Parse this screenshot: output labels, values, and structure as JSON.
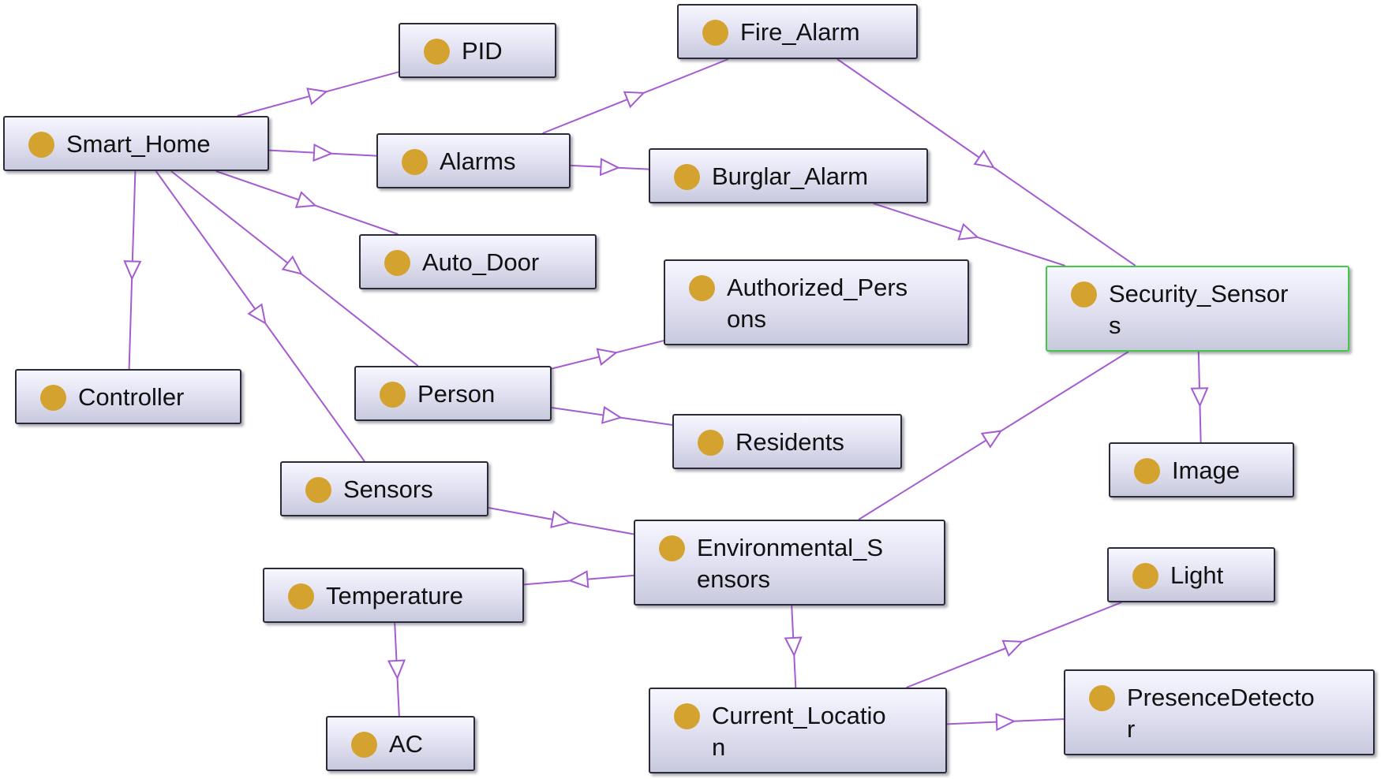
{
  "colors": {
    "edge": "#a55bd2",
    "dot": "#d4a22e",
    "selected_border": "#43c843",
    "node_border": "#2a2a38"
  },
  "nodes": {
    "pid": {
      "label": "PID"
    },
    "fire_alarm": {
      "label": "Fire_Alarm"
    },
    "smart_home": {
      "label": "Smart_Home"
    },
    "alarms": {
      "label": "Alarms"
    },
    "burglar_alarm": {
      "label": "Burglar_Alarm"
    },
    "auto_door": {
      "label": "Auto_Door"
    },
    "authorized_persons": {
      "label": "Authorized_Pers\nons"
    },
    "security_sensors": {
      "label": "Security_Sensor\ns",
      "selected": true
    },
    "controller": {
      "label": "Controller"
    },
    "person": {
      "label": "Person"
    },
    "residents": {
      "label": "Residents"
    },
    "image": {
      "label": "Image"
    },
    "sensors": {
      "label": "Sensors"
    },
    "environmental_sensors": {
      "label": "Environmental_S\nensors"
    },
    "light": {
      "label": "Light"
    },
    "temperature": {
      "label": "Temperature"
    },
    "current_location": {
      "label": "Current_Locatio\nn"
    },
    "presence_detector": {
      "label": "PresenceDetecto\nr"
    },
    "ac": {
      "label": "AC"
    }
  },
  "edges": [
    {
      "from": "smart_home",
      "to": "pid"
    },
    {
      "from": "smart_home",
      "to": "alarms"
    },
    {
      "from": "smart_home",
      "to": "auto_door"
    },
    {
      "from": "smart_home",
      "to": "controller"
    },
    {
      "from": "smart_home",
      "to": "person"
    },
    {
      "from": "smart_home",
      "to": "sensors"
    },
    {
      "from": "alarms",
      "to": "fire_alarm"
    },
    {
      "from": "alarms",
      "to": "burglar_alarm"
    },
    {
      "from": "fire_alarm",
      "to": "security_sensors"
    },
    {
      "from": "burglar_alarm",
      "to": "security_sensors"
    },
    {
      "from": "person",
      "to": "authorized_persons"
    },
    {
      "from": "person",
      "to": "residents"
    },
    {
      "from": "security_sensors",
      "to": "image"
    },
    {
      "from": "sensors",
      "to": "environmental_sensors"
    },
    {
      "from": "environmental_sensors",
      "to": "security_sensors"
    },
    {
      "from": "environmental_sensors",
      "to": "temperature"
    },
    {
      "from": "environmental_sensors",
      "to": "current_location"
    },
    {
      "from": "temperature",
      "to": "ac"
    },
    {
      "from": "current_location",
      "to": "light"
    },
    {
      "from": "current_location",
      "to": "presence_detector"
    }
  ]
}
